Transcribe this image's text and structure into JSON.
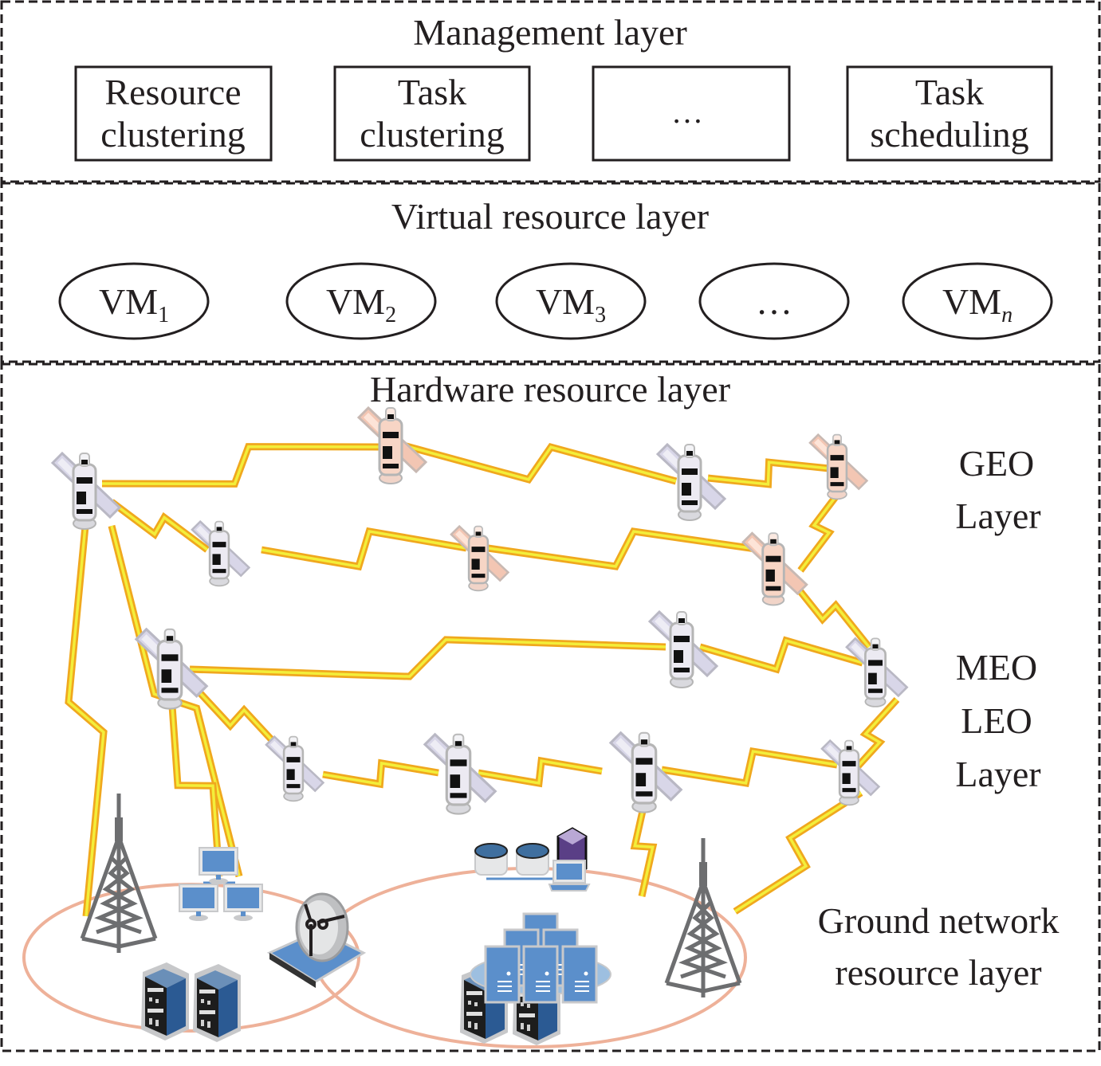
{
  "management_layer": {
    "title": "Management layer",
    "boxes": [
      {
        "line1": "Resource",
        "line2": "clustering"
      },
      {
        "line1": "Task",
        "line2": "clustering"
      },
      {
        "line1": "…",
        "line2": ""
      },
      {
        "line1": "Task",
        "line2": "scheduling"
      }
    ]
  },
  "virtual_layer": {
    "title": "Virtual resource layer",
    "vms": [
      {
        "base": "VM",
        "sub": "1",
        "italic": false
      },
      {
        "base": "VM",
        "sub": "2",
        "italic": false
      },
      {
        "base": "VM",
        "sub": "3",
        "italic": false
      },
      {
        "base": "…",
        "sub": "",
        "italic": false
      },
      {
        "base": "VM",
        "sub": "n",
        "italic": true
      }
    ]
  },
  "hardware_layer": {
    "title": "Hardware resource layer",
    "labels": {
      "geo_line1": "GEO",
      "geo_line2": "Layer",
      "meo": "MEO",
      "leo_line1": "LEO",
      "leo_line2": "Layer",
      "ground_line1": "Ground network",
      "ground_line2": "resource layer"
    },
    "satellite_groups": [
      {
        "name": "GEO",
        "color": "peach"
      },
      {
        "name": "MEO",
        "color": "lavender"
      },
      {
        "name": "LEO",
        "color": "lavender"
      }
    ],
    "ground_icons": [
      "cell-tower",
      "computer-network",
      "satellite-dish",
      "server-rack",
      "server-rack",
      "storage-cluster",
      "server-farm",
      "server-rack",
      "server-rack",
      "cell-tower"
    ]
  },
  "colors": {
    "link_outer": "#f0a81e",
    "link_inner": "#f3ee3a",
    "ground_ring": "#eeb199",
    "device_blue": "#5b8fcb",
    "text": "#231f20"
  }
}
